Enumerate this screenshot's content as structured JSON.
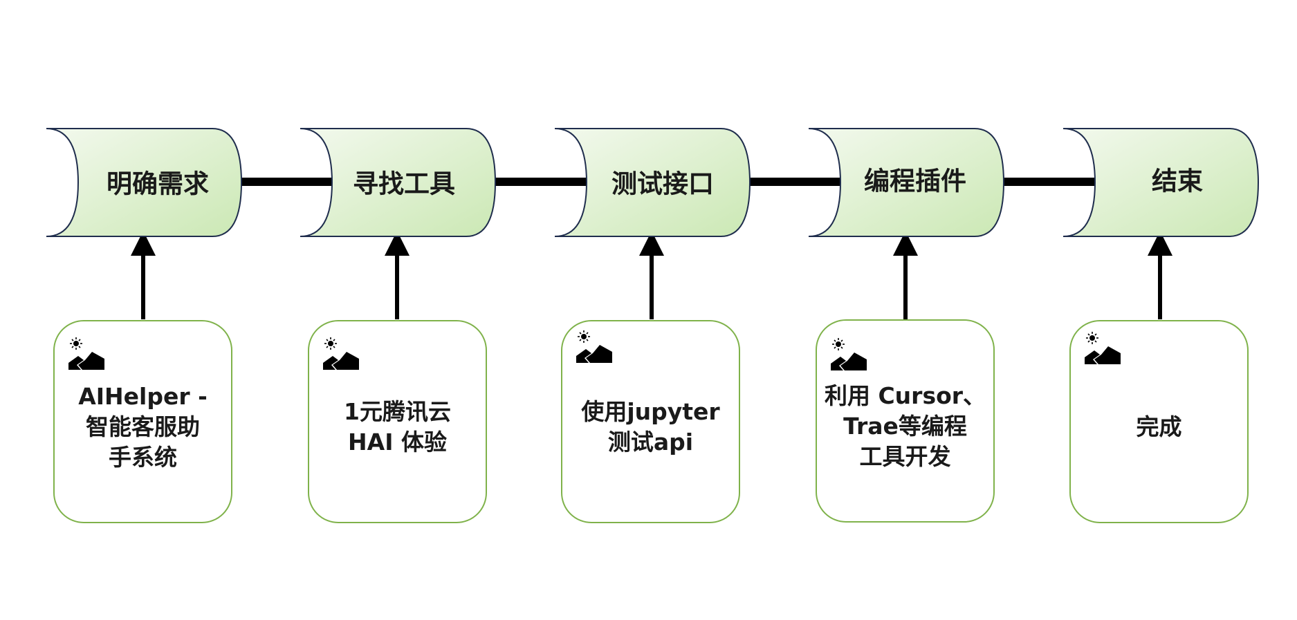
{
  "stages": [
    {
      "label": "明确需求"
    },
    {
      "label": "寻找工具"
    },
    {
      "label": "测试接口"
    },
    {
      "label": "编程插件"
    },
    {
      "label": "结束"
    }
  ],
  "cards": [
    {
      "text": "AIHelper -\n智能客服助\n手系统",
      "icon": "image-placeholder-icon"
    },
    {
      "text": "1元腾讯云\nHAI 体验",
      "icon": "image-placeholder-icon"
    },
    {
      "text": "使用jupyter\n测试api",
      "icon": "image-placeholder-icon"
    },
    {
      "text": "利用 Cursor、\nTrae等编程\n工具开发",
      "icon": "image-placeholder-icon"
    },
    {
      "text": "完成",
      "icon": "image-placeholder-icon"
    }
  ],
  "colors": {
    "stage_fill_light": "#f3f9ee",
    "stage_fill_dark": "#cbe8b4",
    "stage_border": "#1f2d4d",
    "card_border": "#7fb24a",
    "connector": "#000000"
  }
}
